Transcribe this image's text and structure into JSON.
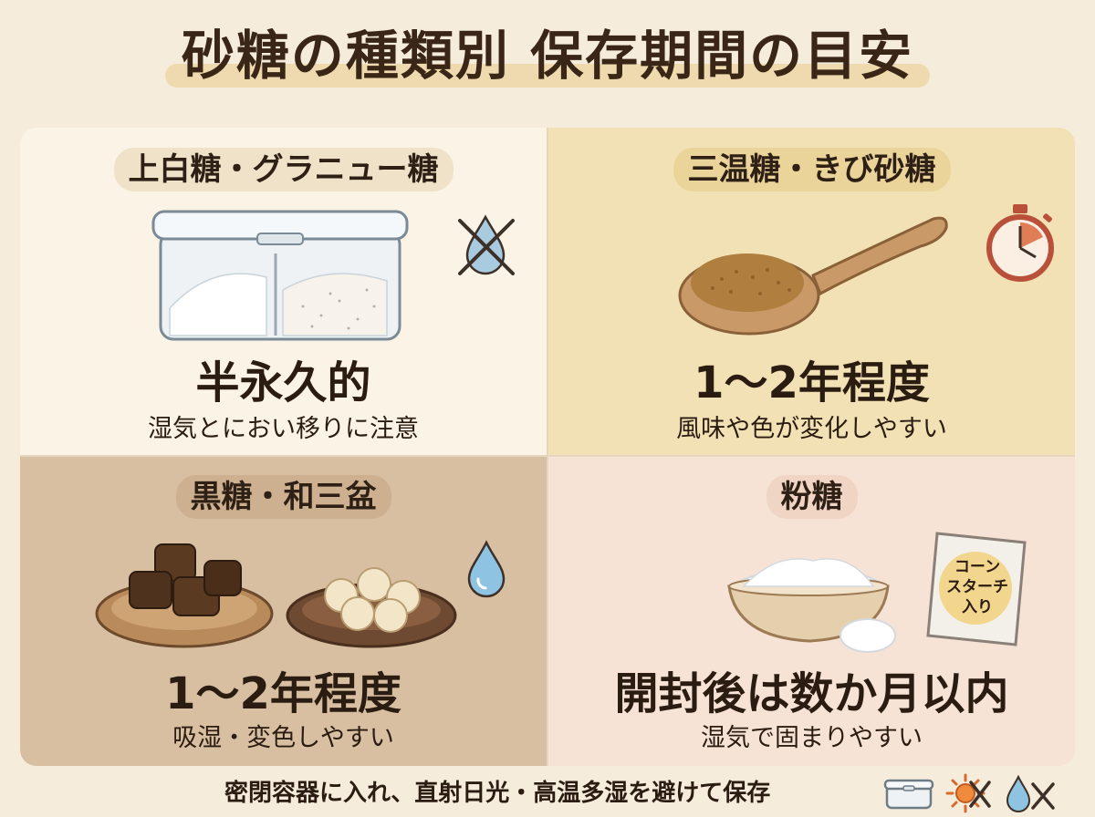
{
  "title": "砂糖の種類別 保存期間の目安",
  "panels": [
    {
      "heading": "上白糖・グラニュー糖",
      "period": "半永久的",
      "note": "湿気とにおい移りに注意",
      "icons": [
        "sugar-container-icon",
        "no-water-icon"
      ]
    },
    {
      "heading": "三温糖・きび砂糖",
      "period": "1〜2年程度",
      "note": "風味や色が変化しやすい",
      "icons": [
        "wooden-spoon-icon",
        "timer-icon"
      ]
    },
    {
      "heading": "黒糖・和三盆",
      "period": "1〜2年程度",
      "note": "吸湿・変色しやすい",
      "icons": [
        "brown-sugar-plate-icon",
        "wasanbon-plate-icon",
        "water-drop-icon"
      ]
    },
    {
      "heading": "粉糖",
      "period": "開封後は数か月以内",
      "note": "湿気で固まりやすい",
      "bag_label": [
        "コーン",
        "スターチ",
        "入り"
      ],
      "icons": [
        "powdered-sugar-bowl-icon",
        "cornstarch-bag-icon"
      ]
    }
  ],
  "footer": {
    "text": "密閉容器に入れ、直射日光・高温多湿を避けて保存",
    "icons": [
      "sealed-container-icon",
      "no-sun-icon",
      "no-water-icon"
    ]
  },
  "colors": {
    "background": "#f6ecdc",
    "panel1": "#fbf4e6",
    "panel2": "#f2e1b4",
    "panel3": "#d8bfa1",
    "panel4": "#f7e3d6",
    "text": "#2b1c12"
  }
}
